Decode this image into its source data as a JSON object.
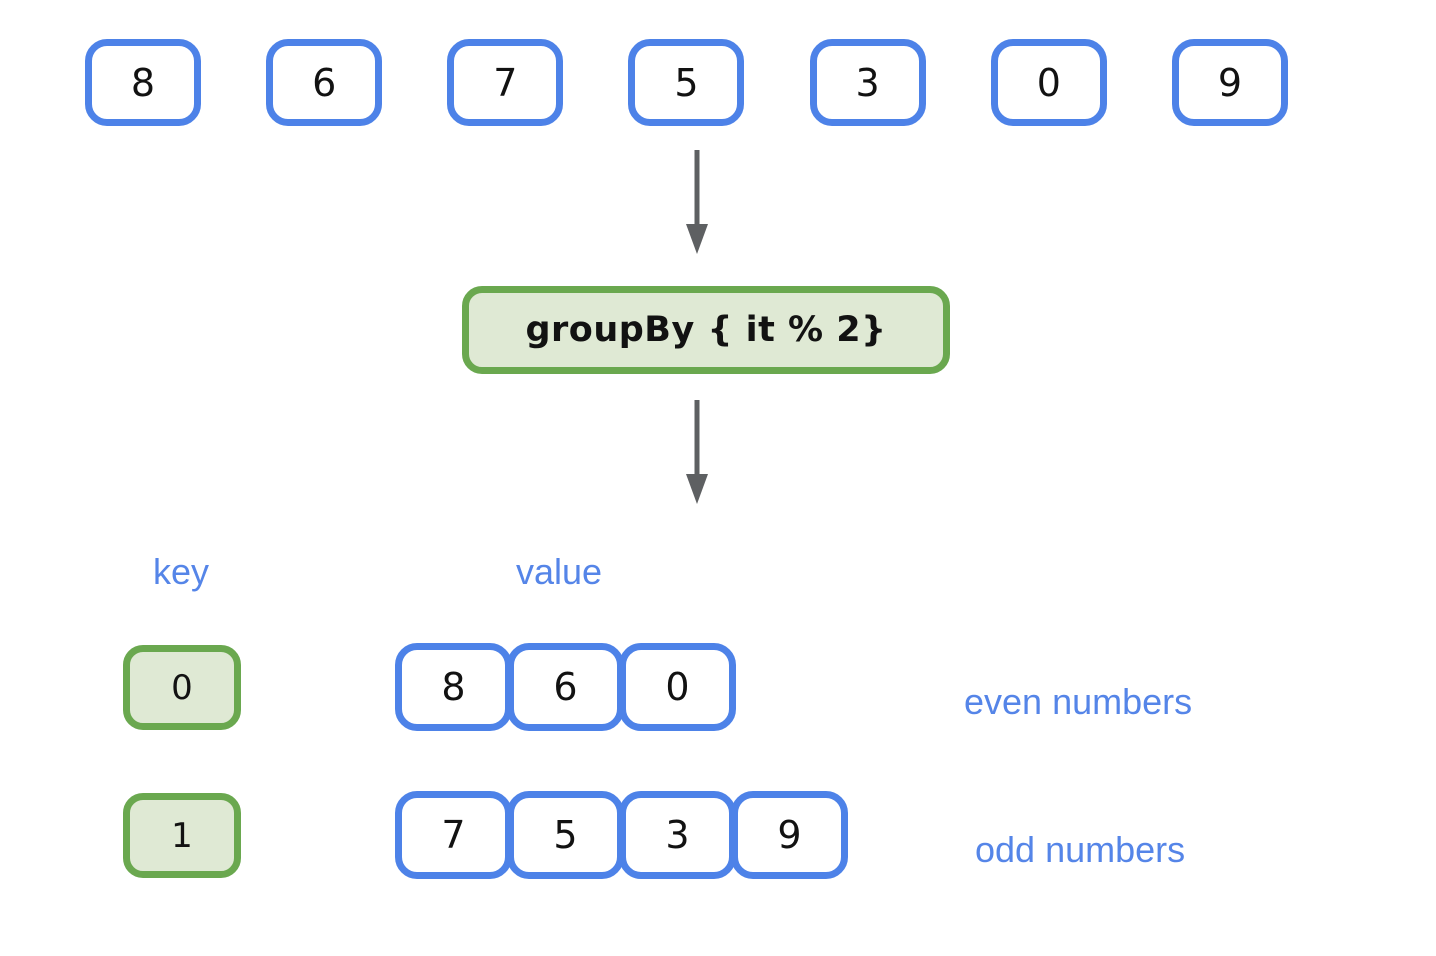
{
  "colors": {
    "background": "#ffffff",
    "blue_border": "#4d82e8",
    "blue_text": "#5585e8",
    "green_border": "#6aa84f",
    "green_fill": "#dfe9d4",
    "arrow_gray": "#5e6062",
    "digit_color": "#121212"
  },
  "input": {
    "items": [
      "8",
      "6",
      "7",
      "5",
      "3",
      "0",
      "9"
    ]
  },
  "operation": {
    "label": "groupBy { it % 2}"
  },
  "table": {
    "key_header": "key",
    "value_header": "value"
  },
  "groups": [
    {
      "key": "0",
      "values": [
        "8",
        "6",
        "0"
      ],
      "annotation": "even numbers"
    },
    {
      "key": "1",
      "values": [
        "7",
        "5",
        "3",
        "9"
      ],
      "annotation": "odd numbers"
    }
  ]
}
